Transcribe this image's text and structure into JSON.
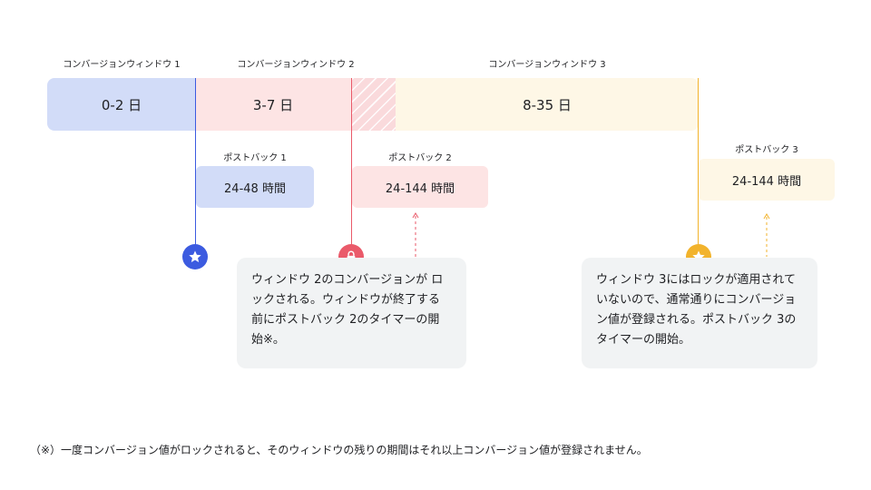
{
  "windows": [
    {
      "label": "コンバージョンウィンドウ 1",
      "range": "0-2 日",
      "color": "#d2dcf8"
    },
    {
      "label": "コンバージョンウィンドウ 2",
      "range": "3-7 日",
      "color": "#fde4e4"
    },
    {
      "label": "コンバージョンウィンドウ 3",
      "range": "8-35 日",
      "color": "#fef7e6"
    }
  ],
  "postbacks": [
    {
      "label": "ポストバック 1",
      "range": "24-48 時間",
      "color": "#d2dcf8"
    },
    {
      "label": "ポストバック 2",
      "range": "24-144 時間",
      "color": "#fde4e4"
    },
    {
      "label": "ポストバック 3",
      "range": "24-144 時間",
      "color": "#fef7e6"
    }
  ],
  "markers": [
    {
      "icon": "star-icon",
      "color": "#3c5be0"
    },
    {
      "icon": "lock-icon",
      "color": "#ea5a6a"
    },
    {
      "icon": "star-icon",
      "color": "#f2b32c"
    }
  ],
  "notes": [
    {
      "text": "ウィンドウ 2のコンバージョンが ロックされる。ウィンドウが終了する 前にポストバック 2のタイマーの開 始※。"
    },
    {
      "text": "ウィンドウ 3にはロックが適用されて いないので、通常通りにコンバージョ ン値が登録される。ポストバック 3の タイマーの開始。"
    }
  ],
  "footnote": "（※）一度コンバージョン値がロックされると、そのウィンドウの残りの期間はそれ以上コンバージョン値が登録されません。"
}
